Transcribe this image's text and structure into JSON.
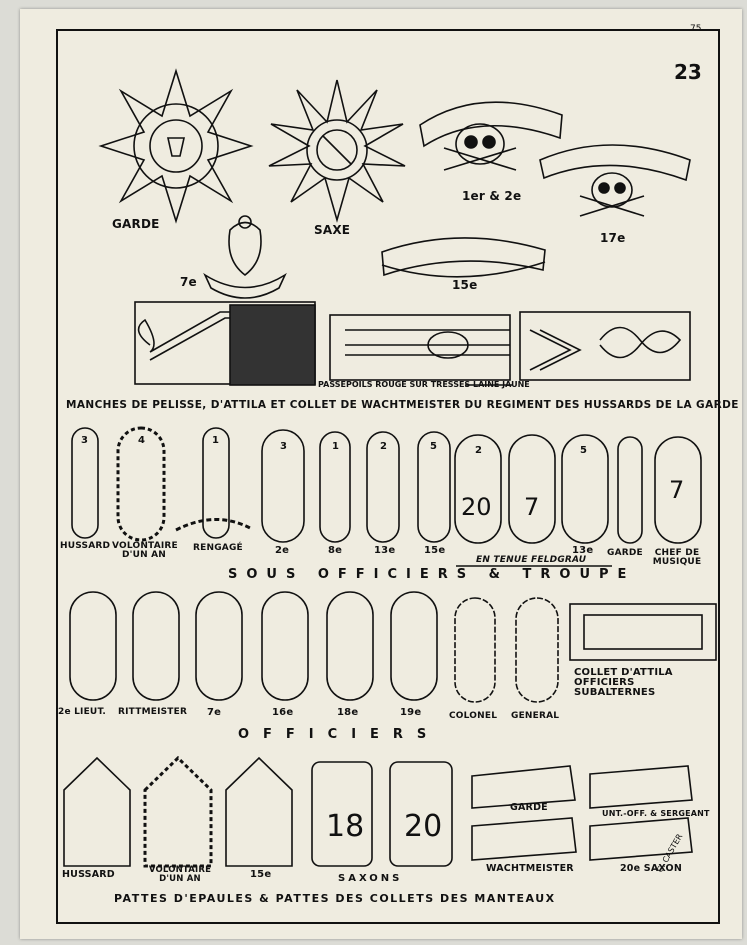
{
  "page": {
    "corner_number": "75",
    "plate_number": "23"
  },
  "insignia": {
    "garde": "GARDE",
    "saxe": "SAXE",
    "skull_1": "1er & 2e",
    "skull_17": "17e",
    "helmet_7": "7e",
    "banner_15": "15e"
  },
  "sleeves": {
    "braid_note": "PASSEPOILS ROUGE SUR TRESSES LAINE JAUNE",
    "caption": "MANCHES DE PELISSE, D'ATTILA ET COLLET DE WACHTMEISTER DU REGIMENT DES HUSSARDS DE LA GARDE"
  },
  "nco_straps": {
    "labels": [
      "HUSSARD",
      "VOLONTAIRE D'UN AN",
      "RENGAGÉ",
      "2e",
      "8e",
      "13e",
      "15e",
      "13e",
      "GARDE",
      "CHEF DE MUSIQUE"
    ],
    "numbers": [
      "3",
      "4",
      "1",
      "3",
      "1",
      "2",
      "5",
      "2",
      "5",
      "7"
    ],
    "strap_numbers": [
      "20",
      "7",
      "7"
    ],
    "feldgrau": "EN TENUE FELDGRAU",
    "section_title": "SOUS OFFICIERS & TROUPE"
  },
  "officer_straps": {
    "labels": [
      "2e LIEUT.",
      "RITTMEISTER",
      "7e",
      "16e",
      "18e",
      "19e",
      "COLONEL",
      "GENERAL"
    ],
    "collet_label": "COLLET D'ATTILA OFFICIERS SUBALTERNES",
    "section_title": "OFFICIERS"
  },
  "coat_tabs": {
    "labels": [
      "HUSSARD",
      "VOLONTAIRE D'UN AN",
      "15e",
      "SAXONS"
    ],
    "tab_numbers": [
      "18",
      "20"
    ],
    "collar_labels": [
      "GARDE",
      "UNT.-OFF. & SERGEANT",
      "WACHTMEISTER",
      "20e SAXON"
    ],
    "caption": "PATTES D'EPAULES & PATTES DES COLLETS DES MANTEAUX",
    "signature": "G. CASTER"
  }
}
